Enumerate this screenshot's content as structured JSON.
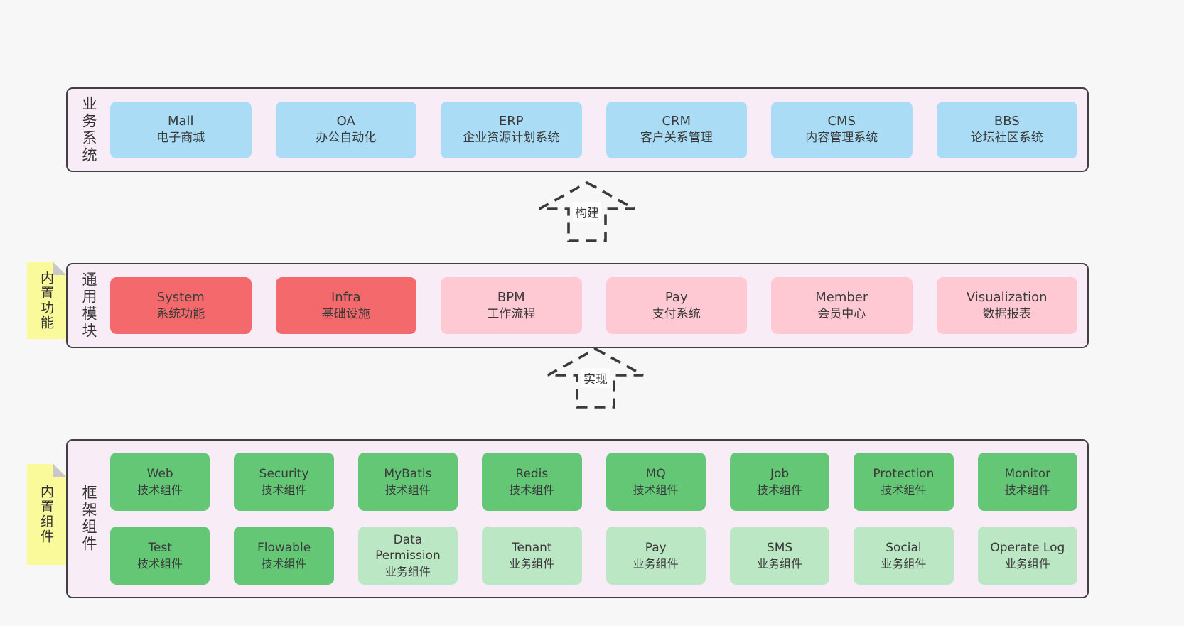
{
  "diagram_title": "",
  "colors": {
    "page_bg": "#f7f7f7",
    "panel_bg": "#f8edf6",
    "panel_border": "#404040",
    "business_box": "#aadcf5",
    "core_module_box": "#f4696b",
    "optional_module_box": "#ffc9d3",
    "tech_component_box": "#63c776",
    "biz_component_box": "#bce7c4",
    "sticky_bg": "#fafa9b",
    "sticky_fold": "#c8c8c8"
  },
  "arrows": [
    {
      "label": "构建"
    },
    {
      "label": "实现"
    }
  ],
  "layers": [
    {
      "label": "业务系统",
      "sticky": null,
      "rows": [
        [
          {
            "title": "Mall",
            "subtitle": "电子商城",
            "variant": "blue"
          },
          {
            "title": "OA",
            "subtitle": "办公自动化",
            "variant": "blue"
          },
          {
            "title": "ERP",
            "subtitle": "企业资源计划系统",
            "variant": "blue"
          },
          {
            "title": "CRM",
            "subtitle": "客户关系管理",
            "variant": "blue"
          },
          {
            "title": "CMS",
            "subtitle": "内容管理系统",
            "variant": "blue"
          },
          {
            "title": "BBS",
            "subtitle": "论坛社区系统",
            "variant": "blue"
          }
        ]
      ]
    },
    {
      "label": "通用模块",
      "sticky": "内置功能",
      "rows": [
        [
          {
            "title": "System",
            "subtitle": "系统功能",
            "variant": "red"
          },
          {
            "title": "Infra",
            "subtitle": "基础设施",
            "variant": "red"
          },
          {
            "title": "BPM",
            "subtitle": "工作流程",
            "variant": "pink"
          },
          {
            "title": "Pay",
            "subtitle": "支付系统",
            "variant": "pink"
          },
          {
            "title": "Member",
            "subtitle": "会员中心",
            "variant": "pink"
          },
          {
            "title": "Visualization",
            "subtitle": "数据报表",
            "variant": "pink"
          }
        ]
      ]
    },
    {
      "label": "框架组件",
      "sticky": "内置组件",
      "rows": [
        [
          {
            "title": "Web",
            "subtitle": "技术组件",
            "variant": "green"
          },
          {
            "title": "Security",
            "subtitle": "技术组件",
            "variant": "green"
          },
          {
            "title": "MyBatis",
            "subtitle": "技术组件",
            "variant": "green"
          },
          {
            "title": "Redis",
            "subtitle": "技术组件",
            "variant": "green"
          },
          {
            "title": "MQ",
            "subtitle": "技术组件",
            "variant": "green"
          },
          {
            "title": "Job",
            "subtitle": "技术组件",
            "variant": "green"
          },
          {
            "title": "Protection",
            "subtitle": "技术组件",
            "variant": "green"
          },
          {
            "title": "Monitor",
            "subtitle": "技术组件",
            "variant": "green"
          }
        ],
        [
          {
            "title": "Test",
            "subtitle": "技术组件",
            "variant": "green"
          },
          {
            "title": "Flowable",
            "subtitle": "技术组件",
            "variant": "green"
          },
          {
            "title": "Data Permission",
            "subtitle": "业务组件",
            "variant": "green-light"
          },
          {
            "title": "Tenant",
            "subtitle": "业务组件",
            "variant": "green-light"
          },
          {
            "title": "Pay",
            "subtitle": "业务组件",
            "variant": "green-light"
          },
          {
            "title": "SMS",
            "subtitle": "业务组件",
            "variant": "green-light"
          },
          {
            "title": "Social",
            "subtitle": "业务组件",
            "variant": "green-light"
          },
          {
            "title": "Operate Log",
            "subtitle": "业务组件",
            "variant": "green-light"
          }
        ]
      ]
    }
  ]
}
